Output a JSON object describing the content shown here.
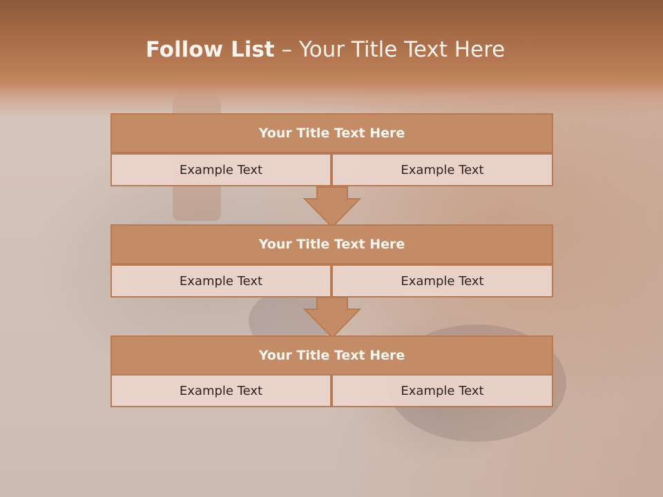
{
  "colors": {
    "header_band": "#a66b47",
    "block_header": "#c48c66",
    "block_border": "#b87a52",
    "cell_fill": "#ebd5cc",
    "title_text": "#fbf3ee",
    "cell_text": "#2b2322"
  },
  "slide": {
    "title_strong": "Follow List",
    "title_rest": " – Your Title Text Here"
  },
  "flow": {
    "blocks": [
      {
        "title": "Your Title Text Here",
        "left_text": "Example Text",
        "right_text": "Example Text"
      },
      {
        "title": "Your Title Text Here",
        "left_text": "Example Text",
        "right_text": "Example Text"
      },
      {
        "title": "Your Title Text Here",
        "left_text": "Example Text",
        "right_text": "Example Text"
      }
    ],
    "arrow_icon": "down-arrow-icon"
  }
}
